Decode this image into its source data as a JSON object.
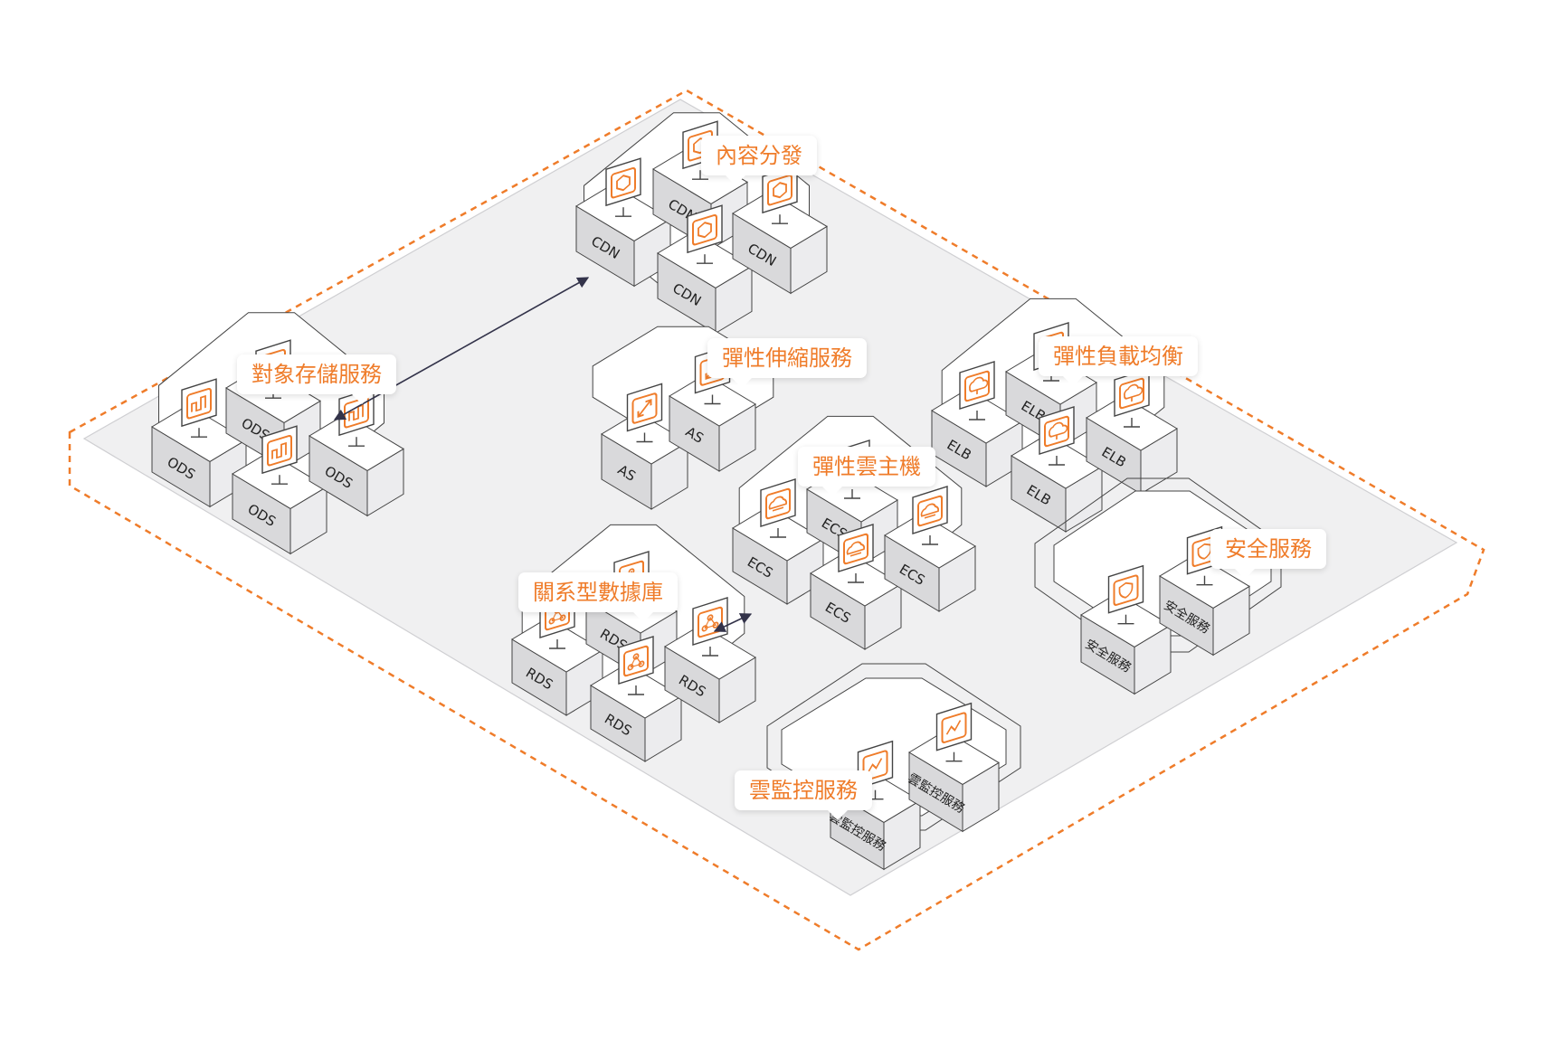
{
  "groups": [
    {
      "key": "cdn",
      "title": "內容分發",
      "box_label": "CDN",
      "icon": "cdn-cube-icon",
      "boxes": 4
    },
    {
      "key": "oss",
      "title": "對象存儲服務",
      "box_label": "ODS",
      "icon": "storage-chart-icon",
      "boxes": 4
    },
    {
      "key": "as",
      "title": "彈性伸縮服務",
      "box_label": "AS",
      "icon": "scaling-arrows-icon",
      "boxes": 2
    },
    {
      "key": "elb",
      "title": "彈性負載均衡",
      "box_label": "ELB",
      "icon": "cloud-network-icon",
      "boxes": 4
    },
    {
      "key": "ecs",
      "title": "彈性雲主機",
      "box_label": "ECS",
      "icon": "cloud-server-icon",
      "boxes": 4
    },
    {
      "key": "rds",
      "title": "關系型數據庫",
      "box_label": "RDS",
      "icon": "database-share-icon",
      "boxes": 4
    },
    {
      "key": "sec",
      "title": "安全服務",
      "box_label": "安全服務",
      "icon": "shield-icon",
      "boxes": 2
    },
    {
      "key": "mon",
      "title": "雲監控服務",
      "box_label": "雲監控服務",
      "icon": "monitor-chart-icon",
      "boxes": 2
    }
  ],
  "connections": [
    {
      "from": "oss",
      "to": "cdn",
      "type": "bidirectional"
    },
    {
      "from": "rds",
      "to": "ecs",
      "type": "bidirectional"
    }
  ],
  "colors": {
    "accent": "#ef7c2a",
    "zone_fill": "#f0f0f1",
    "box_top": "#ffffff",
    "box_left": "#d9d9db",
    "box_right": "#ececee",
    "outline": "#444444",
    "arrow": "#33334a"
  }
}
